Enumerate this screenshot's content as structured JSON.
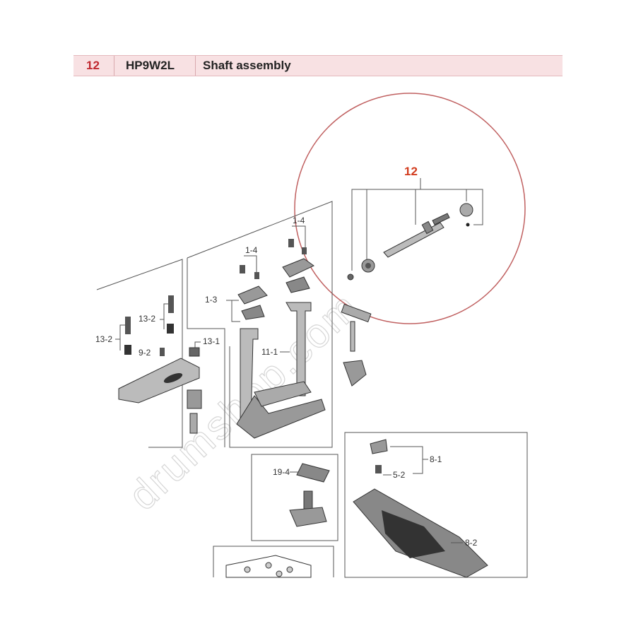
{
  "header": {
    "number": "12",
    "code": "HP9W2L",
    "description": "Shaft assembly"
  },
  "callouts": {
    "main": "12",
    "l_1_4a": "1-4",
    "l_1_4b": "1-4",
    "l_1_3": "1-3",
    "l_11_1": "11-1",
    "l_13_2a": "13-2",
    "l_13_2b": "13-2",
    "l_9_2": "9-2",
    "l_13_1": "13-1",
    "l_19_4": "19-4",
    "l_8_1": "8-1",
    "l_5_2": "5-2",
    "l_8_2": "8-2"
  },
  "watermark": "drumshop.com"
}
